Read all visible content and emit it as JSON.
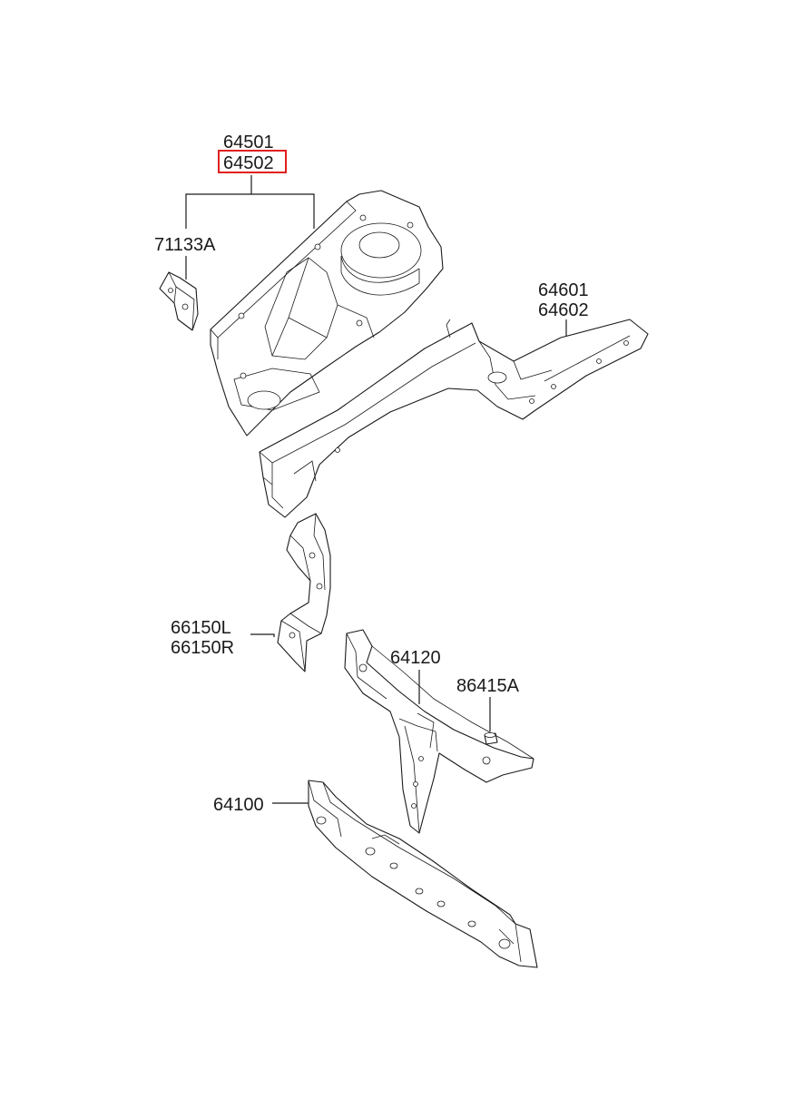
{
  "diagram": {
    "labels": {
      "apron_lh": "64501",
      "apron_rh": "64502",
      "bracket": "71133A",
      "side_member_lh": "64601",
      "side_member_rh": "64602",
      "support_l": "66150L",
      "support_r": "66150R",
      "carrier_upper": "64120",
      "fastener": "86415A",
      "carrier_lower": "64100"
    },
    "highlighted_part": "64502",
    "highlight_color": "#e02020",
    "line_color": "#1a1a1a",
    "background_color": "#ffffff"
  }
}
